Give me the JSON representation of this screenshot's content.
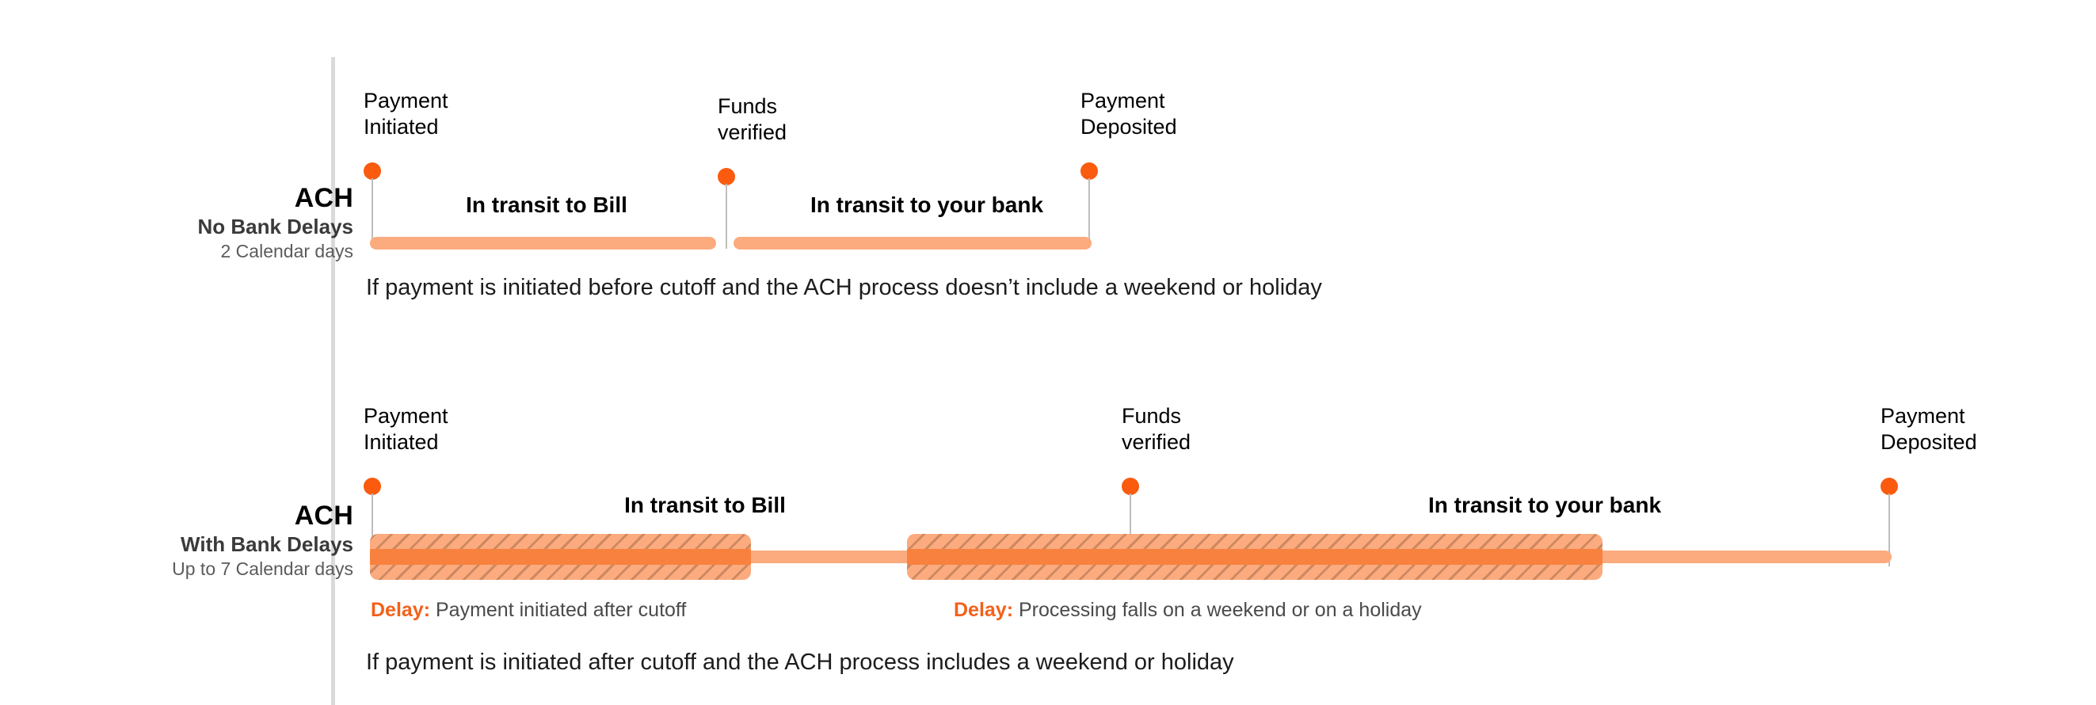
{
  "rows": [
    {
      "label_main": "ACH",
      "label_sub": "No Bank Delays",
      "label_days": "2 Calendar days",
      "nodes": [
        {
          "name": "payment-initiated",
          "label": "Payment\nInitiated"
        },
        {
          "name": "funds-verified",
          "label": "Funds\nverified"
        },
        {
          "name": "payment-deposited",
          "label": "Payment\nDeposited"
        }
      ],
      "segments": [
        {
          "title": "In transit to Bill"
        },
        {
          "title": "In transit to your bank"
        }
      ],
      "caption": "If payment is initiated before cutoff and the ACH process doesn’t include a weekend or holiday"
    },
    {
      "label_main": "ACH",
      "label_sub": "With Bank Delays",
      "label_days": "Up to 7 Calendar days",
      "nodes": [
        {
          "name": "payment-initiated",
          "label": "Payment\nInitiated"
        },
        {
          "name": "funds-verified",
          "label": "Funds\nverified"
        },
        {
          "name": "payment-deposited",
          "label": "Payment\nDeposited"
        }
      ],
      "segments": [
        {
          "title": "In transit to Bill"
        },
        {
          "title": "In transit to your bank"
        }
      ],
      "delays": [
        {
          "word": "Delay:",
          "text": " Payment initiated after cutoff"
        },
        {
          "word": "Delay:",
          "text": " Processing falls on a weekend or on a holiday"
        }
      ],
      "caption": "If payment is initiated after cutoff and the ACH process includes a weekend or holiday"
    }
  ],
  "colors": {
    "dot": "#fa5b0f",
    "bar": "#fbab7e",
    "delay_core": "#f9813f",
    "delay_accent": "#f4601a",
    "divider": "#dadada"
  }
}
